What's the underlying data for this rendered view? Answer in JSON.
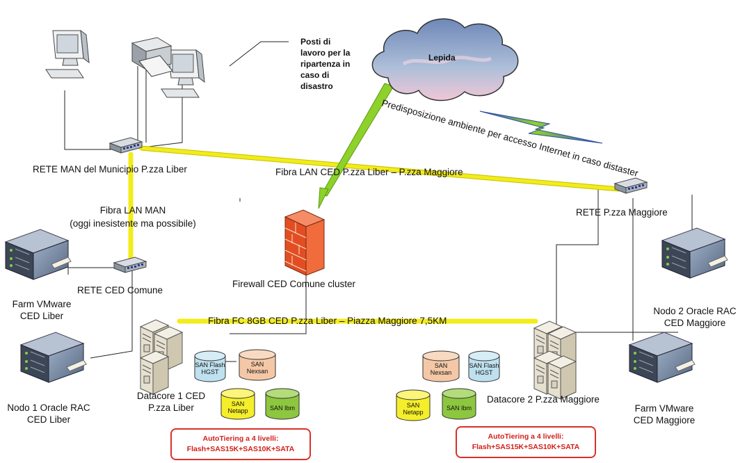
{
  "labels": {
    "posti": [
      "Posti di",
      "lavoro per la",
      "ripartenza in",
      "caso di",
      "disastro"
    ],
    "lepida": "Lepida",
    "predisposizione": "Predisposizione ambiente per accesso Internet in caso distaster",
    "rete_man": "RETE MAN del Municipio P.zza Liber",
    "fibra_lan_ced": "Fibra LAN CED P.zza Liber – P.zza Maggiore",
    "rete_maggiore": "RETE P.zza Maggiore",
    "fibra_lan_man": "Fibra LAN MAN",
    "oggi_inesistente": "(oggi inesistente ma possibile)",
    "rete_ced_comune": "RETE CED Comune",
    "firewall": "Firewall CED Comune cluster",
    "farm_liber": [
      "Farm VMware",
      "CED Liber"
    ],
    "nodo2": [
      "Nodo 2 Oracle RAC",
      "CED Maggiore"
    ],
    "fibra_fc": "Fibra FC 8GB CED P.zza Liber – Piazza Maggiore 7,5KM",
    "datacore1": [
      "Datacore 1 CED",
      "P.zza Liber"
    ],
    "datacore2": "Datacore 2 P.zza Maggiore",
    "nodo1": [
      "Nodo 1 Oracle RAC",
      "CED Liber"
    ],
    "farm_maggiore": [
      "Farm VMware",
      "CED Maggiore"
    ],
    "san_flash": [
      "SAN Flash",
      "HGST"
    ],
    "san_nexsan": [
      "SAN",
      "Nexsan"
    ],
    "san_netapp": [
      "SAN",
      "Netapp"
    ],
    "san_ibm": "SAN Ibm",
    "autotiering_title": "AutoTiering a 4 livelli:",
    "autotiering_body": "Flash+SAS15K+SAS10K+SATA"
  },
  "colors": {
    "fiber": "#f2ec1c",
    "cloud": "#8fa6cc",
    "firewall": "#e8502a",
    "san_flash": "#bfe0ee",
    "san_nexsan": "#f4c8a6",
    "san_netapp": "#f5ee2a",
    "san_ibm": "#8dc63f",
    "autotiering_border": "#d9302a",
    "lightning": "#8ed12a"
  }
}
